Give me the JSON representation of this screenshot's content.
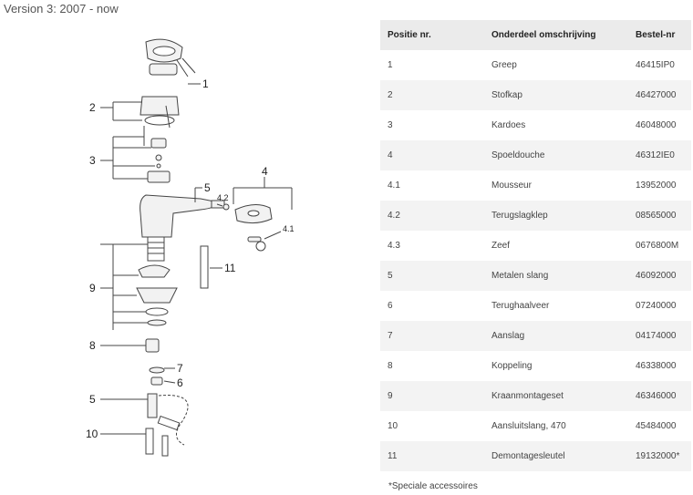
{
  "version_label": "Version 3: 2007 - now",
  "diagram": {
    "callouts": [
      "1",
      "2",
      "3",
      "4",
      "4.2",
      "4.1",
      "5",
      "9",
      "11",
      "8",
      "7",
      "6",
      "5",
      "10"
    ]
  },
  "table": {
    "headers": [
      "Positie nr.",
      "Onderdeel omschrijving",
      "Bestel-nr"
    ],
    "rows": [
      [
        "1",
        "Greep",
        "46415IP0"
      ],
      [
        "2",
        "Stofkap",
        "46427000"
      ],
      [
        "3",
        "Kardoes",
        "46048000"
      ],
      [
        "4",
        "Spoeldouche",
        "46312IE0"
      ],
      [
        "4.1",
        "Mousseur",
        "13952000"
      ],
      [
        "4.2",
        "Terugslagklep",
        "08565000"
      ],
      [
        "4.3",
        "Zeef",
        "0676800M"
      ],
      [
        "5",
        "Metalen slang",
        "46092000"
      ],
      [
        "6",
        "Terughaalveer",
        "07240000"
      ],
      [
        "7",
        "Aanslag",
        "04174000"
      ],
      [
        "8",
        "Koppeling",
        "46338000"
      ],
      [
        "9",
        "Kraanmontageset",
        "46346000"
      ],
      [
        "10",
        "Aansluitslang, 470",
        "45484000"
      ],
      [
        "11",
        "Demontagesleutel",
        "19132000*"
      ]
    ]
  },
  "footnote": "*Speciale accessoires"
}
